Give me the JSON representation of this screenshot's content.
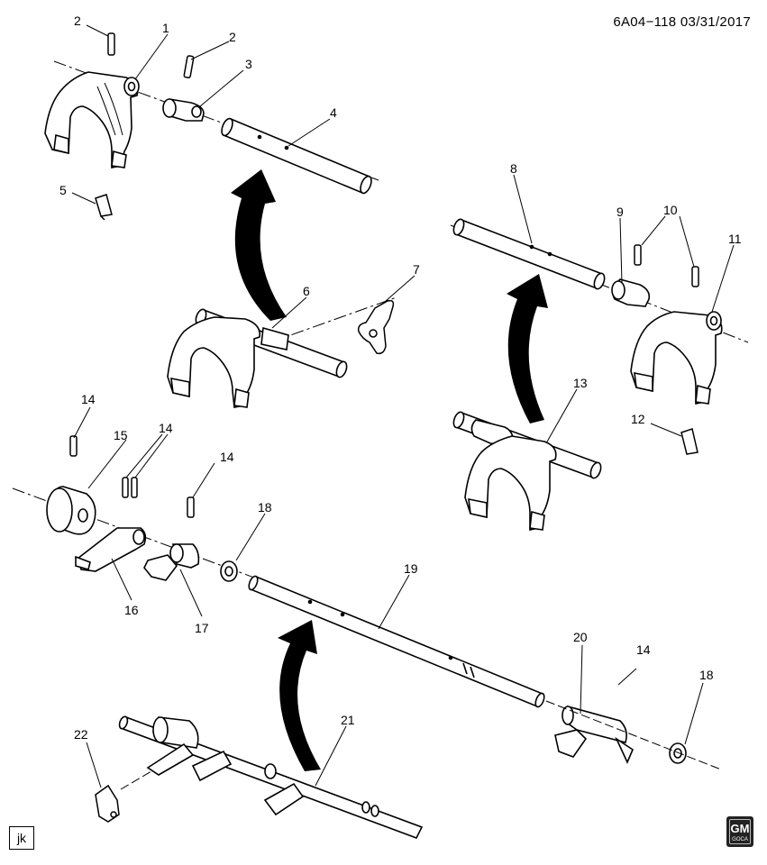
{
  "header": {
    "doc_id": "6A04−118  03/31/2017"
  },
  "footer": {
    "artist_code": "jk",
    "logo_text": "GM",
    "logo_sub": "GOCA"
  },
  "callouts": {
    "c1": "1",
    "c2a": "2",
    "c2b": "2",
    "c3": "3",
    "c4": "4",
    "c5": "5",
    "c6": "6",
    "c7": "7",
    "c8": "8",
    "c9": "9",
    "c10": "10",
    "c11": "11",
    "c12": "12",
    "c13": "13",
    "c14a": "14",
    "c14b": "14",
    "c14c": "14",
    "c14d": "14",
    "c15": "15",
    "c16": "16",
    "c17": "17",
    "c18a": "18",
    "c18b": "18",
    "c19": "19",
    "c20": "20",
    "c21": "21",
    "c22": "22"
  },
  "icons": [
    "shift-fork",
    "shift-rail",
    "roll-pin",
    "shift-lug",
    "interlock-plate",
    "washer",
    "gm-logo"
  ]
}
